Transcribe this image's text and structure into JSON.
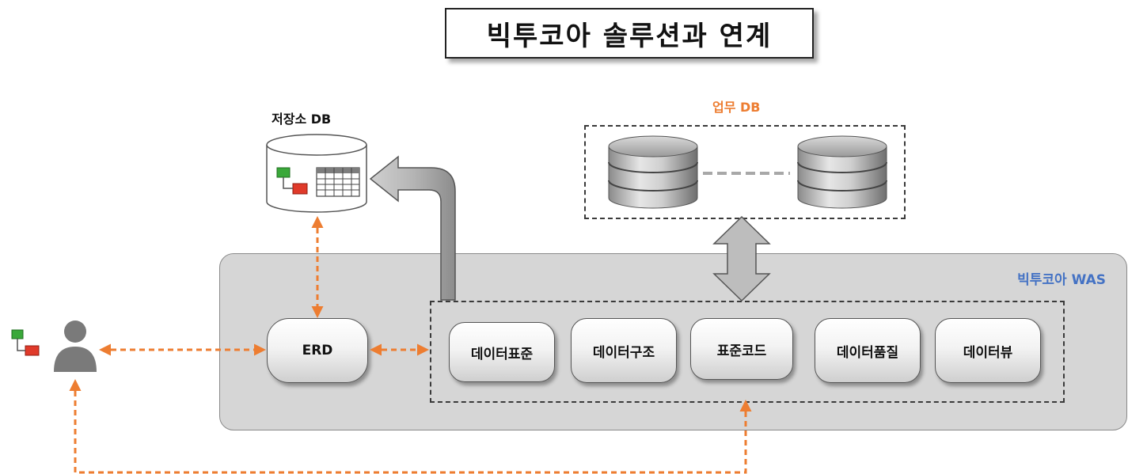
{
  "title": "빅투코아 솔루션과 연계",
  "repository": {
    "label": "저장소 DB"
  },
  "business_db": {
    "label": "업무 DB"
  },
  "was": {
    "label": "빅투코아 WAS"
  },
  "erd": {
    "label": "ERD"
  },
  "modules": [
    {
      "label": "데이터표준"
    },
    {
      "label": "데이터구조"
    },
    {
      "label": "표준코드"
    },
    {
      "label": "데이터품질"
    },
    {
      "label": "데이터뷰"
    }
  ],
  "colors": {
    "accent_orange": "#ed7d31",
    "was_blue": "#4472c4",
    "panel_gray": "#d6d6d6"
  },
  "icons": [
    "erd-icon",
    "table-grid-icon",
    "database-cylinder-icon",
    "user-icon",
    "double-arrow-icon",
    "bent-arrow-icon"
  ]
}
